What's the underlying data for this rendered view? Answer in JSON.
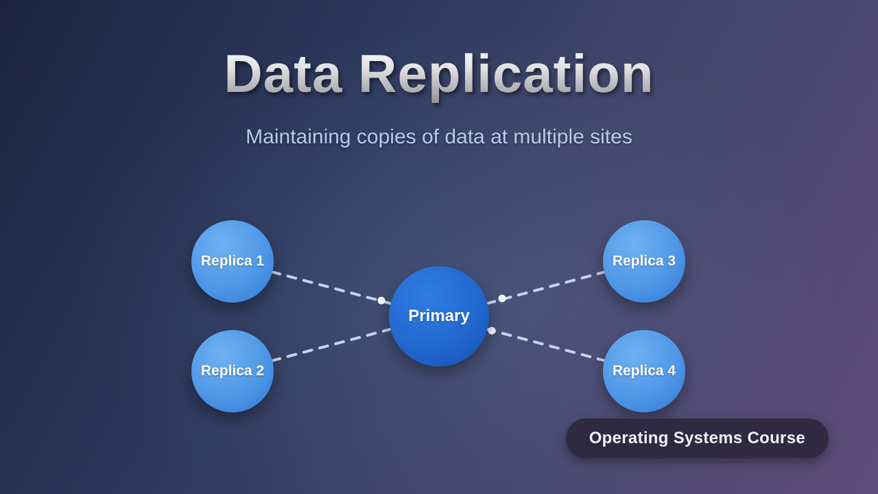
{
  "header": {
    "title": "Data Replication",
    "subtitle": "Maintaining copies of data at multiple sites"
  },
  "badge": {
    "label": "Operating Systems Course"
  },
  "colors": {
    "background_top_left": "#1b2440",
    "background_bottom_right": "#5c4d79",
    "primary_node": "#1f5fc4",
    "replica_node": "#4f97e6",
    "connection_line": "#cddcf2",
    "connection_dot": "#f5f8ff",
    "badge_background": "#2a263a",
    "subtitle_text": "#b7cbe9"
  },
  "diagram": {
    "type": "star-topology",
    "center_node": {
      "label": "Primary"
    },
    "replicas": [
      {
        "label": "Replica 1"
      },
      {
        "label": "Replica 2"
      },
      {
        "label": "Replica 3"
      },
      {
        "label": "Replica 4"
      }
    ],
    "edges": [
      {
        "from": "Primary",
        "to": "Replica 1",
        "style": "dashed"
      },
      {
        "from": "Primary",
        "to": "Replica 2",
        "style": "dashed"
      },
      {
        "from": "Primary",
        "to": "Replica 3",
        "style": "dashed"
      },
      {
        "from": "Primary",
        "to": "Replica 4",
        "style": "dashed"
      }
    ]
  }
}
